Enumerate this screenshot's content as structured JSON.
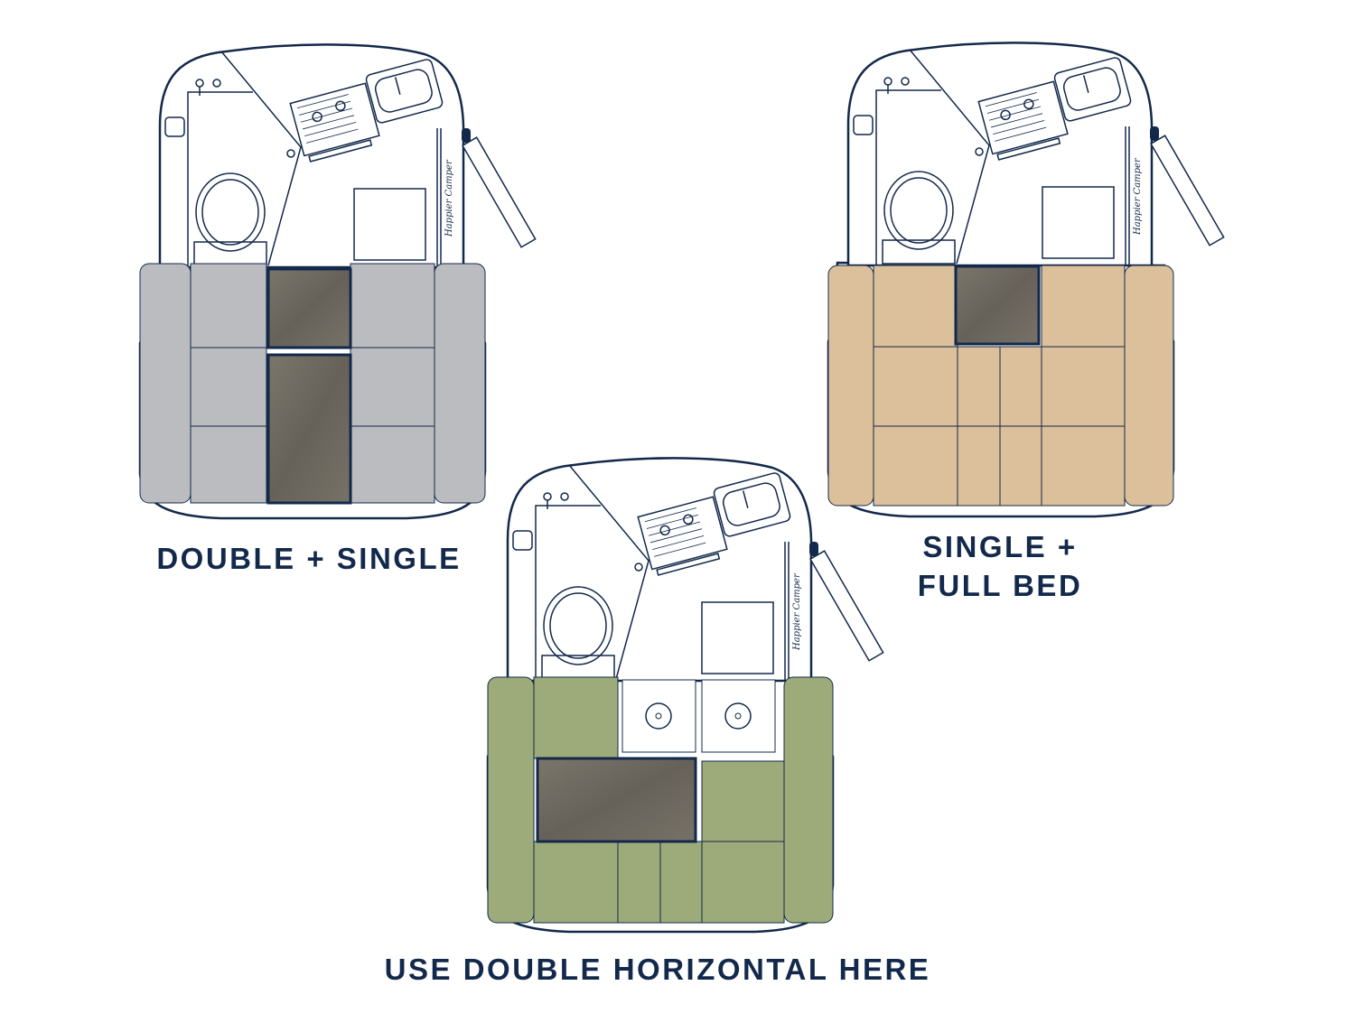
{
  "plans": [
    {
      "label": "DOUBLE + SINGLE",
      "cushion_color": "#bbbcbf"
    },
    {
      "label_line1": "SINGLE +",
      "label_line2": "FULL BED",
      "cushion_color": "#dcbf9b"
    },
    {
      "label": "USE DOUBLE HORIZONTAL HERE",
      "cushion_color": "#9cab79"
    }
  ],
  "logo_text": "Happier Camper",
  "colors": {
    "outline": "#13294b",
    "table": "#6e6a60"
  }
}
